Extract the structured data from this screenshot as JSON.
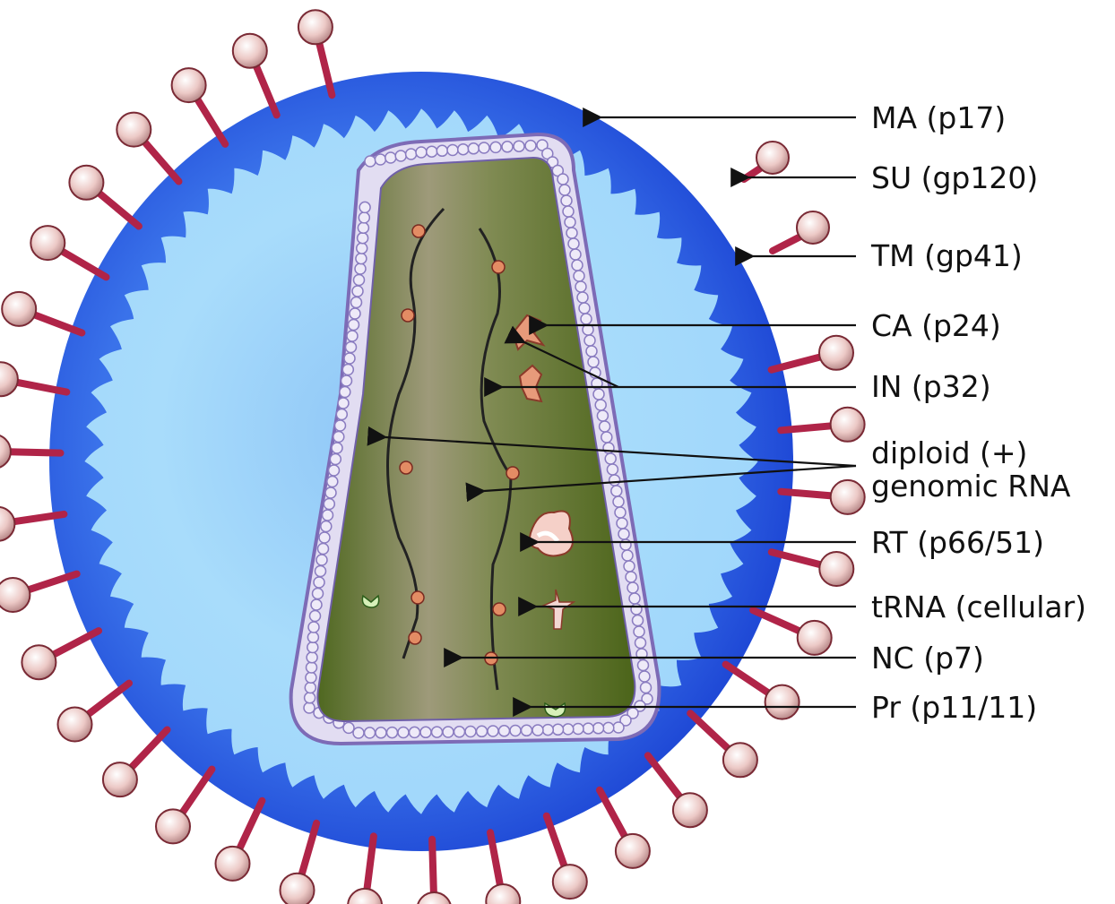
{
  "colors": {
    "envelope_outer": "#2f63e6",
    "envelope_inner": "#a9dcfb",
    "capsid_fill": "#5c7424",
    "capsid_wall": "#d9d4ec",
    "spike_stem": "#b02448",
    "spike_head": "#e9c7c4",
    "rna": "#222222",
    "nc_bead": "#e38c64",
    "enzyme": "#f1a08d"
  },
  "labels": {
    "ma": "MA (p17)",
    "su": "SU (gp120)",
    "tm": "TM (gp41)",
    "ca": "CA (p24)",
    "in": "IN (p32)",
    "rna_line1": "diploid (+)",
    "rna_line2": "genomic RNA",
    "rt": "RT (p66/51)",
    "trna": "tRNA (cellular)",
    "nc": "NC (p7)",
    "pr": "Pr (p11/11)"
  }
}
